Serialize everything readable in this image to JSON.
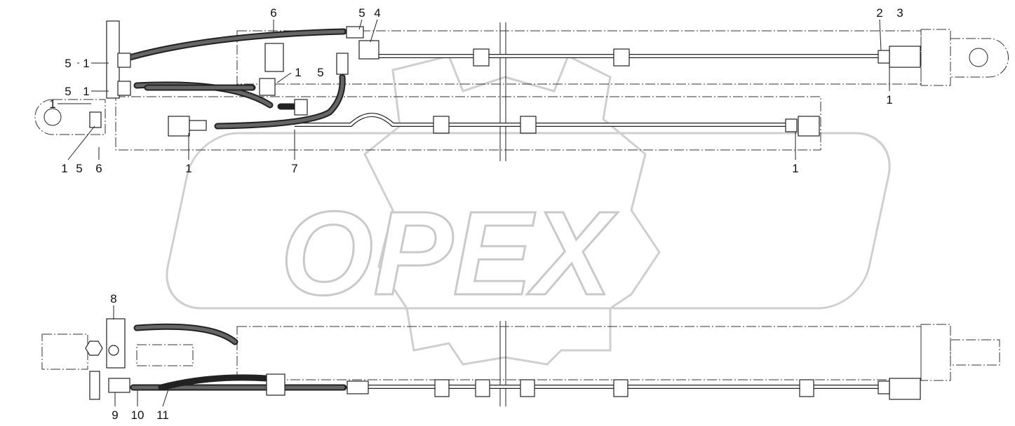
{
  "watermark": {
    "text": "OPEX",
    "color": "#c9c9c9"
  },
  "callouts_top": [
    "6",
    "5",
    "4",
    "2",
    "3",
    "5",
    "1",
    "1",
    "5",
    "5",
    "1",
    "1",
    "1",
    "1",
    "5",
    "6",
    "1",
    "7",
    "1"
  ],
  "callouts_bottom": [
    "8",
    "9",
    "10",
    "11"
  ]
}
